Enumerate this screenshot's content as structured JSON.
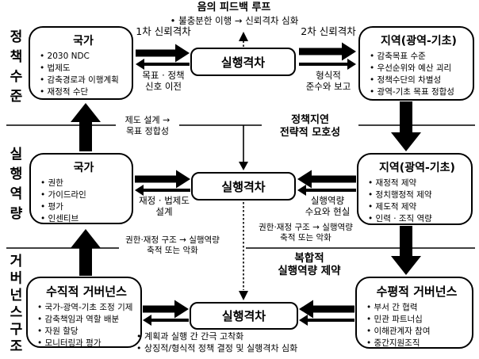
{
  "diagram": {
    "colors": {
      "ink": "#000000",
      "background": "#ffffff"
    },
    "side_labels": [
      {
        "label": "정책수준"
      },
      {
        "label": "실행역량"
      },
      {
        "label": "거버넌스구조"
      }
    ],
    "feedback_loop": {
      "title": "음의 피드백 루프",
      "bullet": "• 불충분한 이행 → 신뢰격차 심화"
    },
    "policy_row": {
      "national": {
        "title": "국가",
        "items": [
          "2030 NDC",
          "법제도",
          "감축경로과 이행계획",
          "재정적 수단"
        ]
      },
      "gap_label": "실행격차",
      "region": {
        "title": "지역(광역-기초)",
        "items": [
          "감축목표 수준",
          "우선순위와 예산 괴리",
          "정책수단의 차별성",
          "광역-기초 목표 정합성"
        ]
      },
      "primary_trust_gap": "1차 신뢰격차",
      "goal_policy_signal": "목표 · 정책\n신호 이전",
      "secondary_trust_gap": "2차 신뢰격차",
      "formal_compliance": "형식적\n준수와 보고"
    },
    "divider1": {
      "institution_design": "제도 설계 →\n목표 정합성",
      "policy_delay": "정책지연\n전략적 모호성"
    },
    "capacity_row": {
      "national": {
        "title": "국가",
        "items": [
          "권한",
          "가이드라인",
          "평가",
          "인센티브"
        ]
      },
      "gap_label": "실행격차",
      "region": {
        "title": "지역(광역-기초)",
        "items": [
          "재정적 제약",
          "정치행정적 제약",
          "제도적 제약",
          "인력 · 조직 역량"
        ]
      },
      "fiscal_legal_design": "재정 · 법제도\n설계",
      "capacity_demand": "실행역량\n수요와 현실",
      "authority_left": "권한·재정 구조 → 실행역량\n축적 또는 악화",
      "authority_right": "권한·재정 구조 → 실행역량\n축적 또는 악화"
    },
    "divider2": {
      "complex_constraint": "복합적\n실행역량 제약"
    },
    "governance_row": {
      "vertical": {
        "title": "수직적 거버넌스",
        "items": [
          "국가-광역-기초 조정 기제",
          "감축책임과 역할 배분",
          "자원 할당",
          "모니터링과 평가"
        ]
      },
      "gap_label": "실행격차",
      "horizontal": {
        "title": "수평적 거버넌스",
        "items": [
          "부서 간 협력",
          "민관 파트너십",
          "이해관계자 참여",
          "중간지원조직"
        ]
      },
      "notes": [
        "계획과 실행 간 간극 고착화",
        "상징적/형식적 정책 결정 및 실행격차 심화"
      ]
    }
  }
}
